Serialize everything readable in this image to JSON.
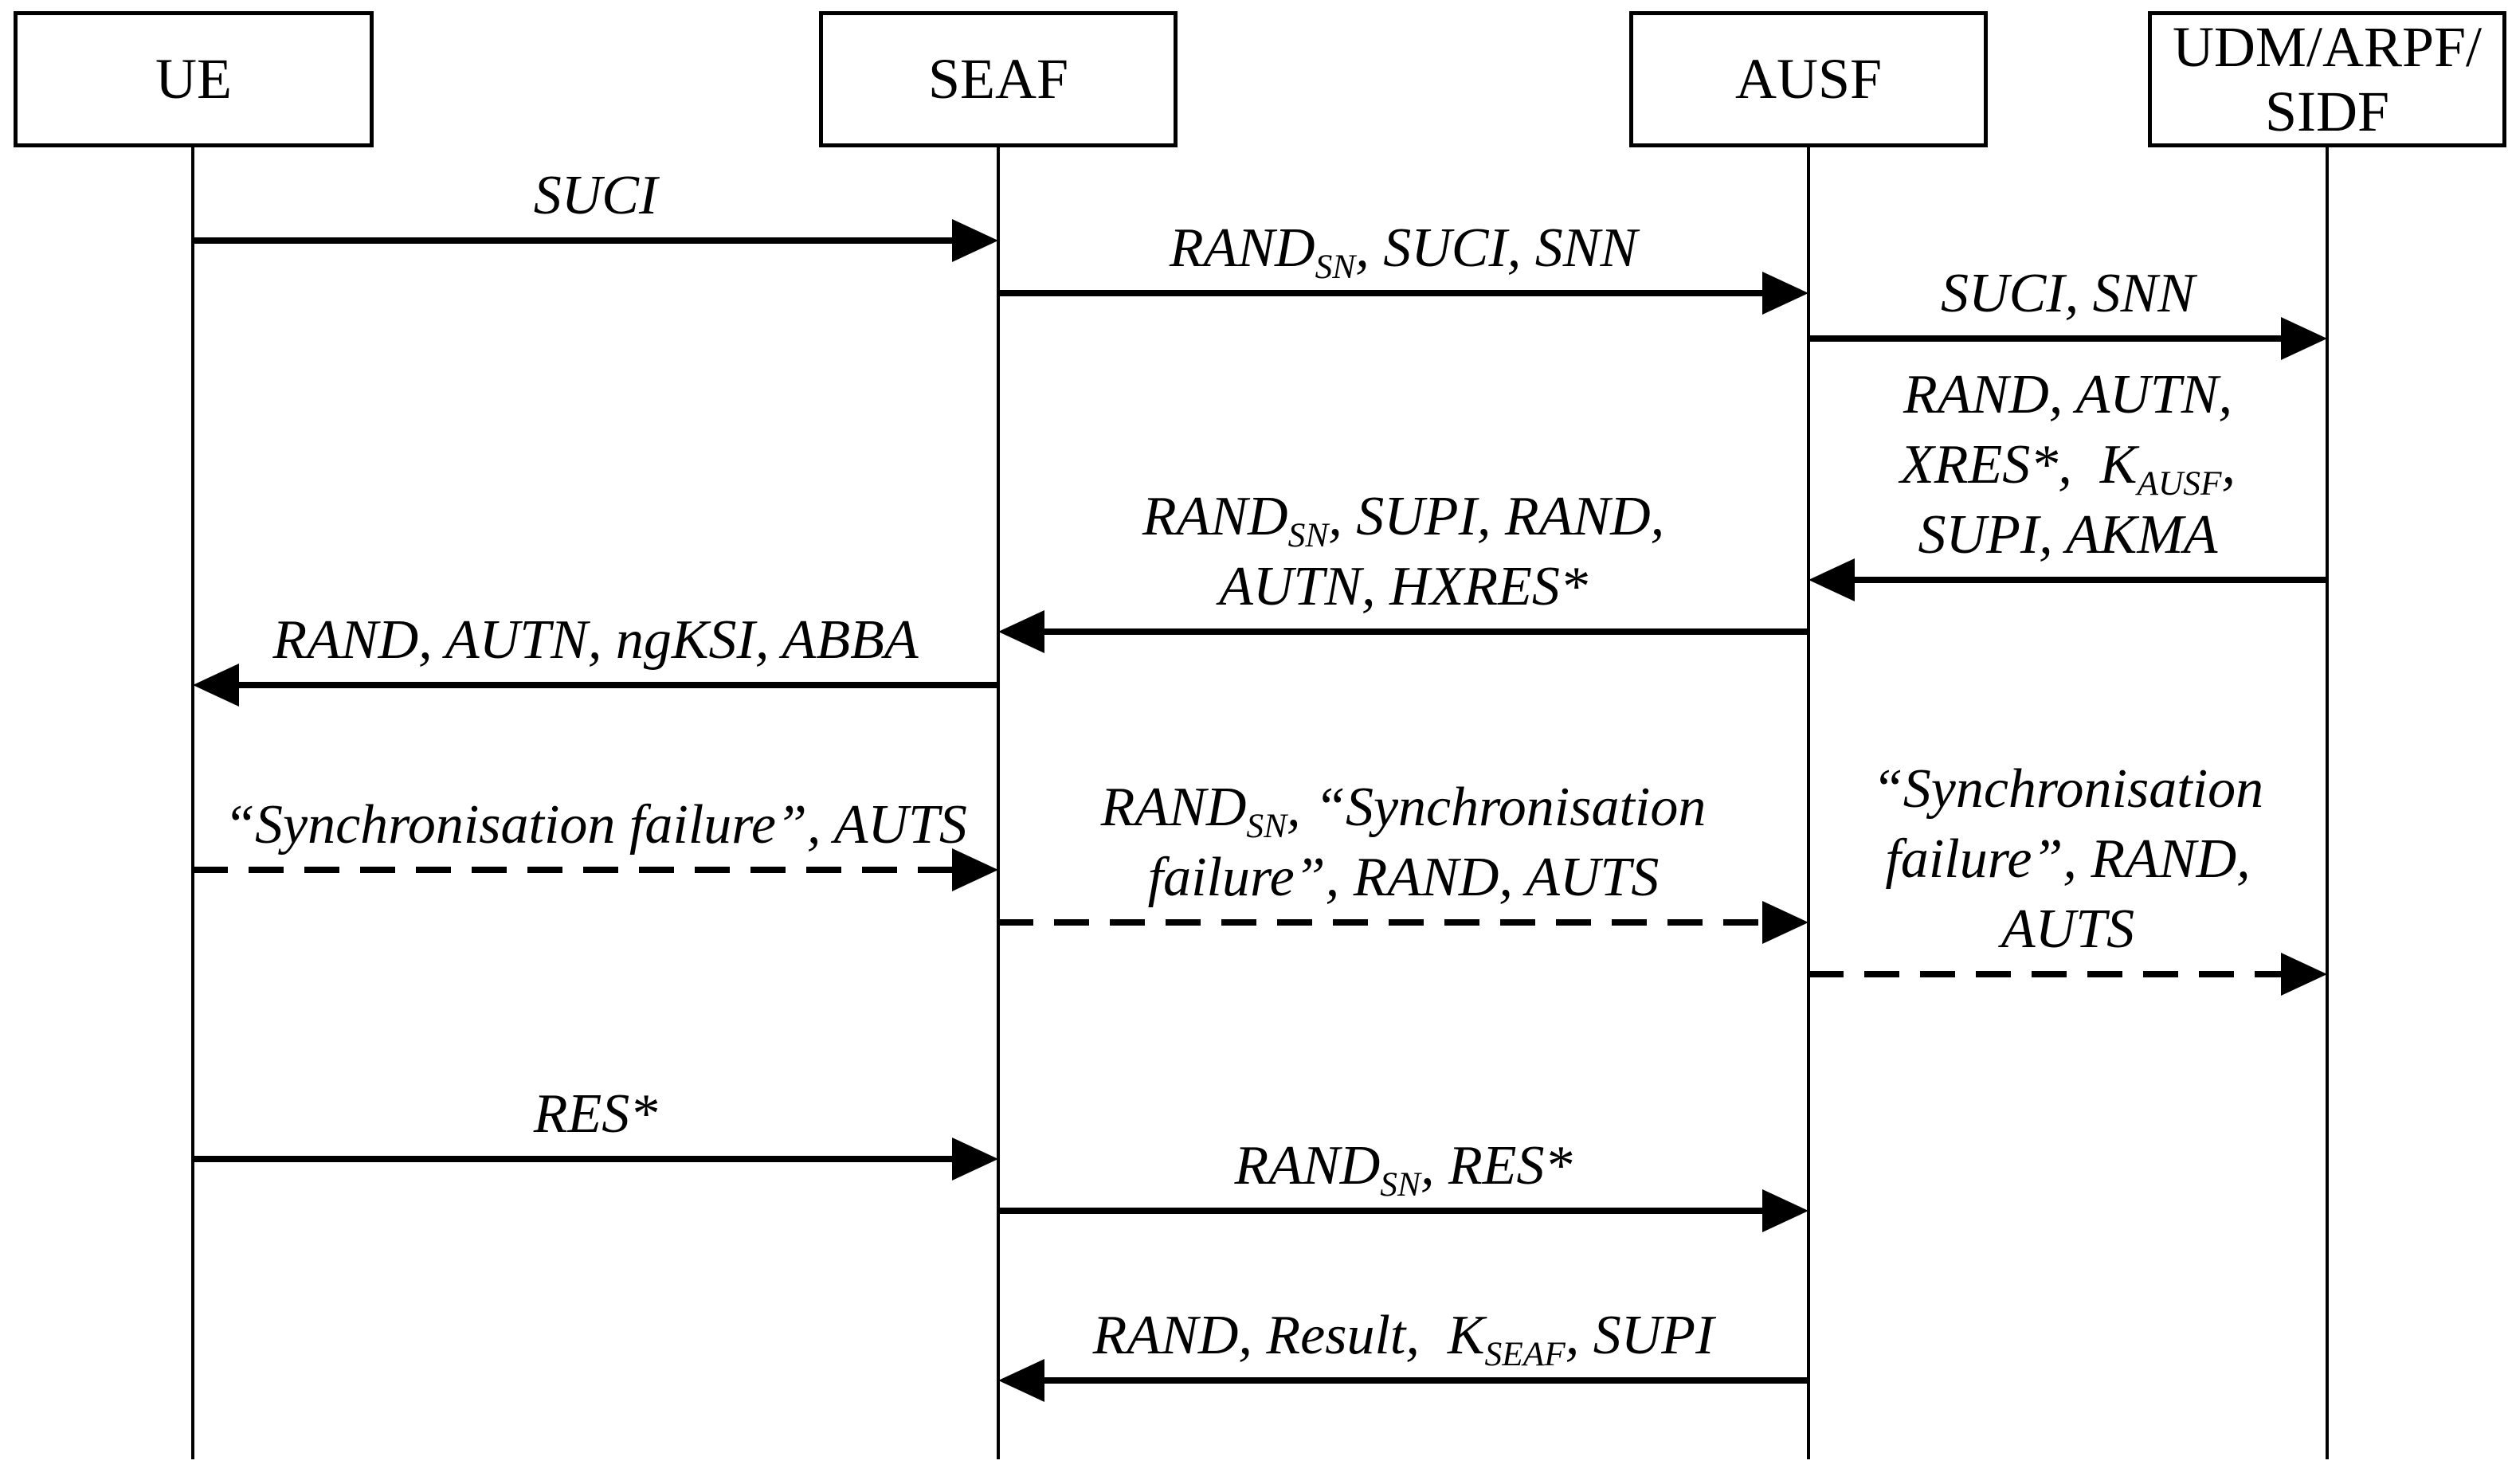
{
  "colors": {
    "ink": "#000000",
    "background": "#ffffff"
  },
  "actors": [
    {
      "id": "UE",
      "label_lines": [
        "UE"
      ]
    },
    {
      "id": "SEAF",
      "label_lines": [
        "SEAF"
      ]
    },
    {
      "id": "AUSF",
      "label_lines": [
        "AUSF"
      ]
    },
    {
      "id": "UDM",
      "label_lines": [
        "UDM/ARPF/",
        "SIDF"
      ]
    }
  ],
  "messages": [
    {
      "from": "UE",
      "to": "SEAF",
      "style": "solid",
      "label_lines": [
        "SUCI"
      ]
    },
    {
      "from": "SEAF",
      "to": "AUSF",
      "style": "solid",
      "label_lines": [
        "RAND_{SN}, SUCI, SNN"
      ]
    },
    {
      "from": "AUSF",
      "to": "UDM",
      "style": "solid",
      "label_lines": [
        "SUCI, SNN"
      ]
    },
    {
      "from": "UDM",
      "to": "AUSF",
      "style": "solid",
      "label_lines": [
        "RAND, AUTN,",
        "XRES*,  K_{AUSF},",
        "SUPI, AKMA"
      ]
    },
    {
      "from": "AUSF",
      "to": "SEAF",
      "style": "solid",
      "label_lines": [
        "RAND_{SN}, SUPI, RAND,",
        "AUTN, HXRES*"
      ]
    },
    {
      "from": "SEAF",
      "to": "UE",
      "style": "solid",
      "label_lines": [
        "RAND, AUTN, ngKSI, ABBA"
      ]
    },
    {
      "from": "UE",
      "to": "SEAF",
      "style": "dashed",
      "label_lines": [
        "“Synchronisation failure”, AUTS"
      ]
    },
    {
      "from": "SEAF",
      "to": "AUSF",
      "style": "dashed",
      "label_lines": [
        "RAND_{SN}, “Synchronisation",
        "failure”, RAND, AUTS"
      ]
    },
    {
      "from": "AUSF",
      "to": "UDM",
      "style": "dashed",
      "label_lines": [
        "“Synchronisation",
        "failure”, RAND,",
        "AUTS"
      ]
    },
    {
      "from": "UE",
      "to": "SEAF",
      "style": "solid",
      "label_lines": [
        "RES*"
      ]
    },
    {
      "from": "SEAF",
      "to": "AUSF",
      "style": "solid",
      "label_lines": [
        "RAND_{SN}, RES*"
      ]
    },
    {
      "from": "AUSF",
      "to": "SEAF",
      "style": "solid",
      "label_lines": [
        "RAND, Result,  K_{SEAF}, SUPI"
      ]
    }
  ]
}
